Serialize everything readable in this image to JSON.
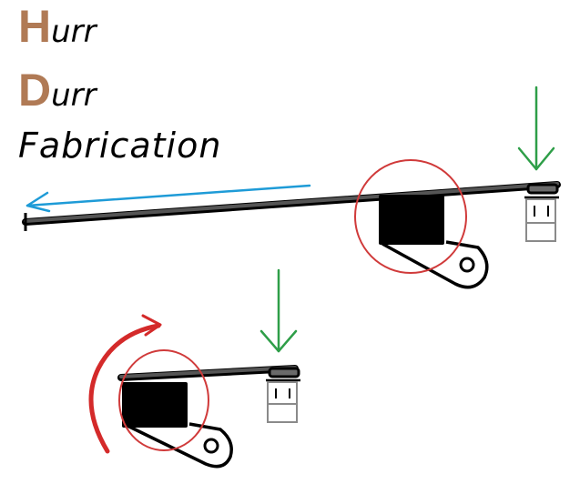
{
  "title": {
    "line1": {
      "initial": "H",
      "rest": "urr"
    },
    "line2": {
      "initial": "D",
      "rest": "urr"
    },
    "line3": "Fabrication"
  },
  "colors": {
    "initial_letters": "#b07a55",
    "beam": "#555555",
    "beam_outline": "#000000",
    "motion_arrow": "#1e9bd7",
    "force_arrow": "#2e9e48",
    "highlight_circle": "#d03a3a",
    "rotation_arrow": "#d42a2a",
    "servo_body": "#000000",
    "end_cap": "#8a8a8a"
  },
  "icons": [
    "motion-arrow-icon",
    "force-arrow-icon",
    "rotation-arrow-icon",
    "servo-icon",
    "end-cap-icon"
  ]
}
